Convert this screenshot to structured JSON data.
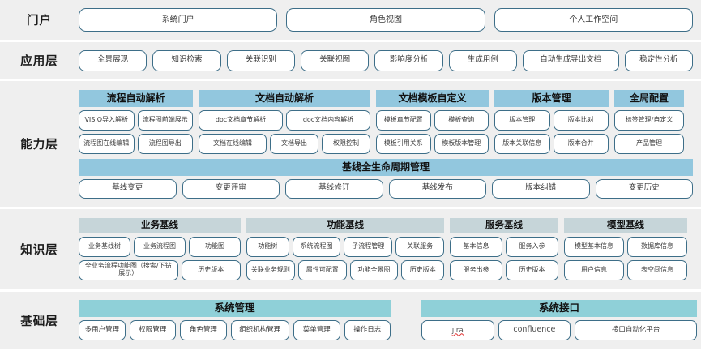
{
  "layers": [
    {
      "name": "portal",
      "label": "门户"
    },
    {
      "name": "application",
      "label": "应用层"
    },
    {
      "name": "ability",
      "label": "能力层"
    },
    {
      "name": "knowledge",
      "label": "知识层"
    },
    {
      "name": "foundation",
      "label": "基础层"
    }
  ],
  "portal": {
    "label": "门户",
    "items": [
      "系统门户",
      "角色视图",
      "个人工作空间"
    ]
  },
  "application": {
    "label": "应用层",
    "items": [
      "全景展现",
      "知识检索",
      "关联识别",
      "关联视图",
      "影响度分析",
      "生成用例",
      "自动生成导出文档",
      "稳定性分析"
    ]
  },
  "ability": {
    "label": "能力层",
    "groups": [
      {
        "title": "流程自动解析",
        "rows": [
          [
            "VISIO导入解析",
            "流程图前端展示"
          ],
          [
            "流程图在线编辑",
            "流程图导出"
          ]
        ]
      },
      {
        "title": "文档自动解析",
        "rows": [
          [
            "doc文档章节解析",
            "doc文档内容解析"
          ],
          [
            "文档在线编辑",
            "文档导出",
            "权限控制"
          ]
        ]
      },
      {
        "title": "文档模板自定义",
        "rows": [
          [
            "模板章节配置",
            "模板查询"
          ],
          [
            "模板引用关系",
            "模板版本管理"
          ]
        ]
      },
      {
        "title": "版本管理",
        "rows": [
          [
            "版本管理",
            "版本比对"
          ],
          [
            "版本关联信息",
            "版本合并"
          ]
        ]
      },
      {
        "title": "全局配置",
        "rows": [
          [
            "标签管理/自定义"
          ],
          [
            "产品管理"
          ]
        ]
      }
    ],
    "baseline": {
      "title": "基线全生命周期管理",
      "items": [
        "基线变更",
        "变更评审",
        "基线修订",
        "基线发布",
        "版本纠错",
        "变更历史"
      ]
    }
  },
  "knowledge": {
    "label": "知识层",
    "groups": [
      {
        "title": "业务基线",
        "rows": [
          [
            "业务基线树",
            "业务流程图",
            "功能图"
          ],
          [
            "全业务流程功能图（搜索/下钻展示）",
            "历史版本"
          ]
        ]
      },
      {
        "title": "功能基线",
        "rows": [
          [
            "功能树",
            "系统流程图",
            "子流程管理",
            "关联服务"
          ],
          [
            "关联业务规则",
            "属性可配置",
            "功能全景图",
            "历史版本"
          ]
        ]
      },
      {
        "title": "服务基线",
        "rows": [
          [
            "基本信息",
            "服务入参"
          ],
          [
            "服务出参",
            "历史版本"
          ]
        ]
      },
      {
        "title": "模型基线",
        "rows": [
          [
            "模型基本信息",
            "数据库信息"
          ],
          [
            "用户信息",
            "表空间信息"
          ]
        ]
      }
    ]
  },
  "foundation": {
    "label": "基础层",
    "groups": [
      {
        "title": "系统管理",
        "items": [
          "多用户管理",
          "权限管理",
          "角色管理",
          "组织机构管理",
          "菜单管理",
          "操作日志"
        ]
      },
      {
        "title": "系统接口",
        "items": [
          "jira",
          "confluence",
          "接口自动化平台"
        ]
      }
    ]
  },
  "colors": {
    "band_bg": "#efefef",
    "ability_header": "#92c7de",
    "knowledge_header": "#c6d5d9",
    "foundation_header": "#8fd0d8",
    "pill_border": "#3d6e88",
    "text": "#3a3a3a"
  }
}
